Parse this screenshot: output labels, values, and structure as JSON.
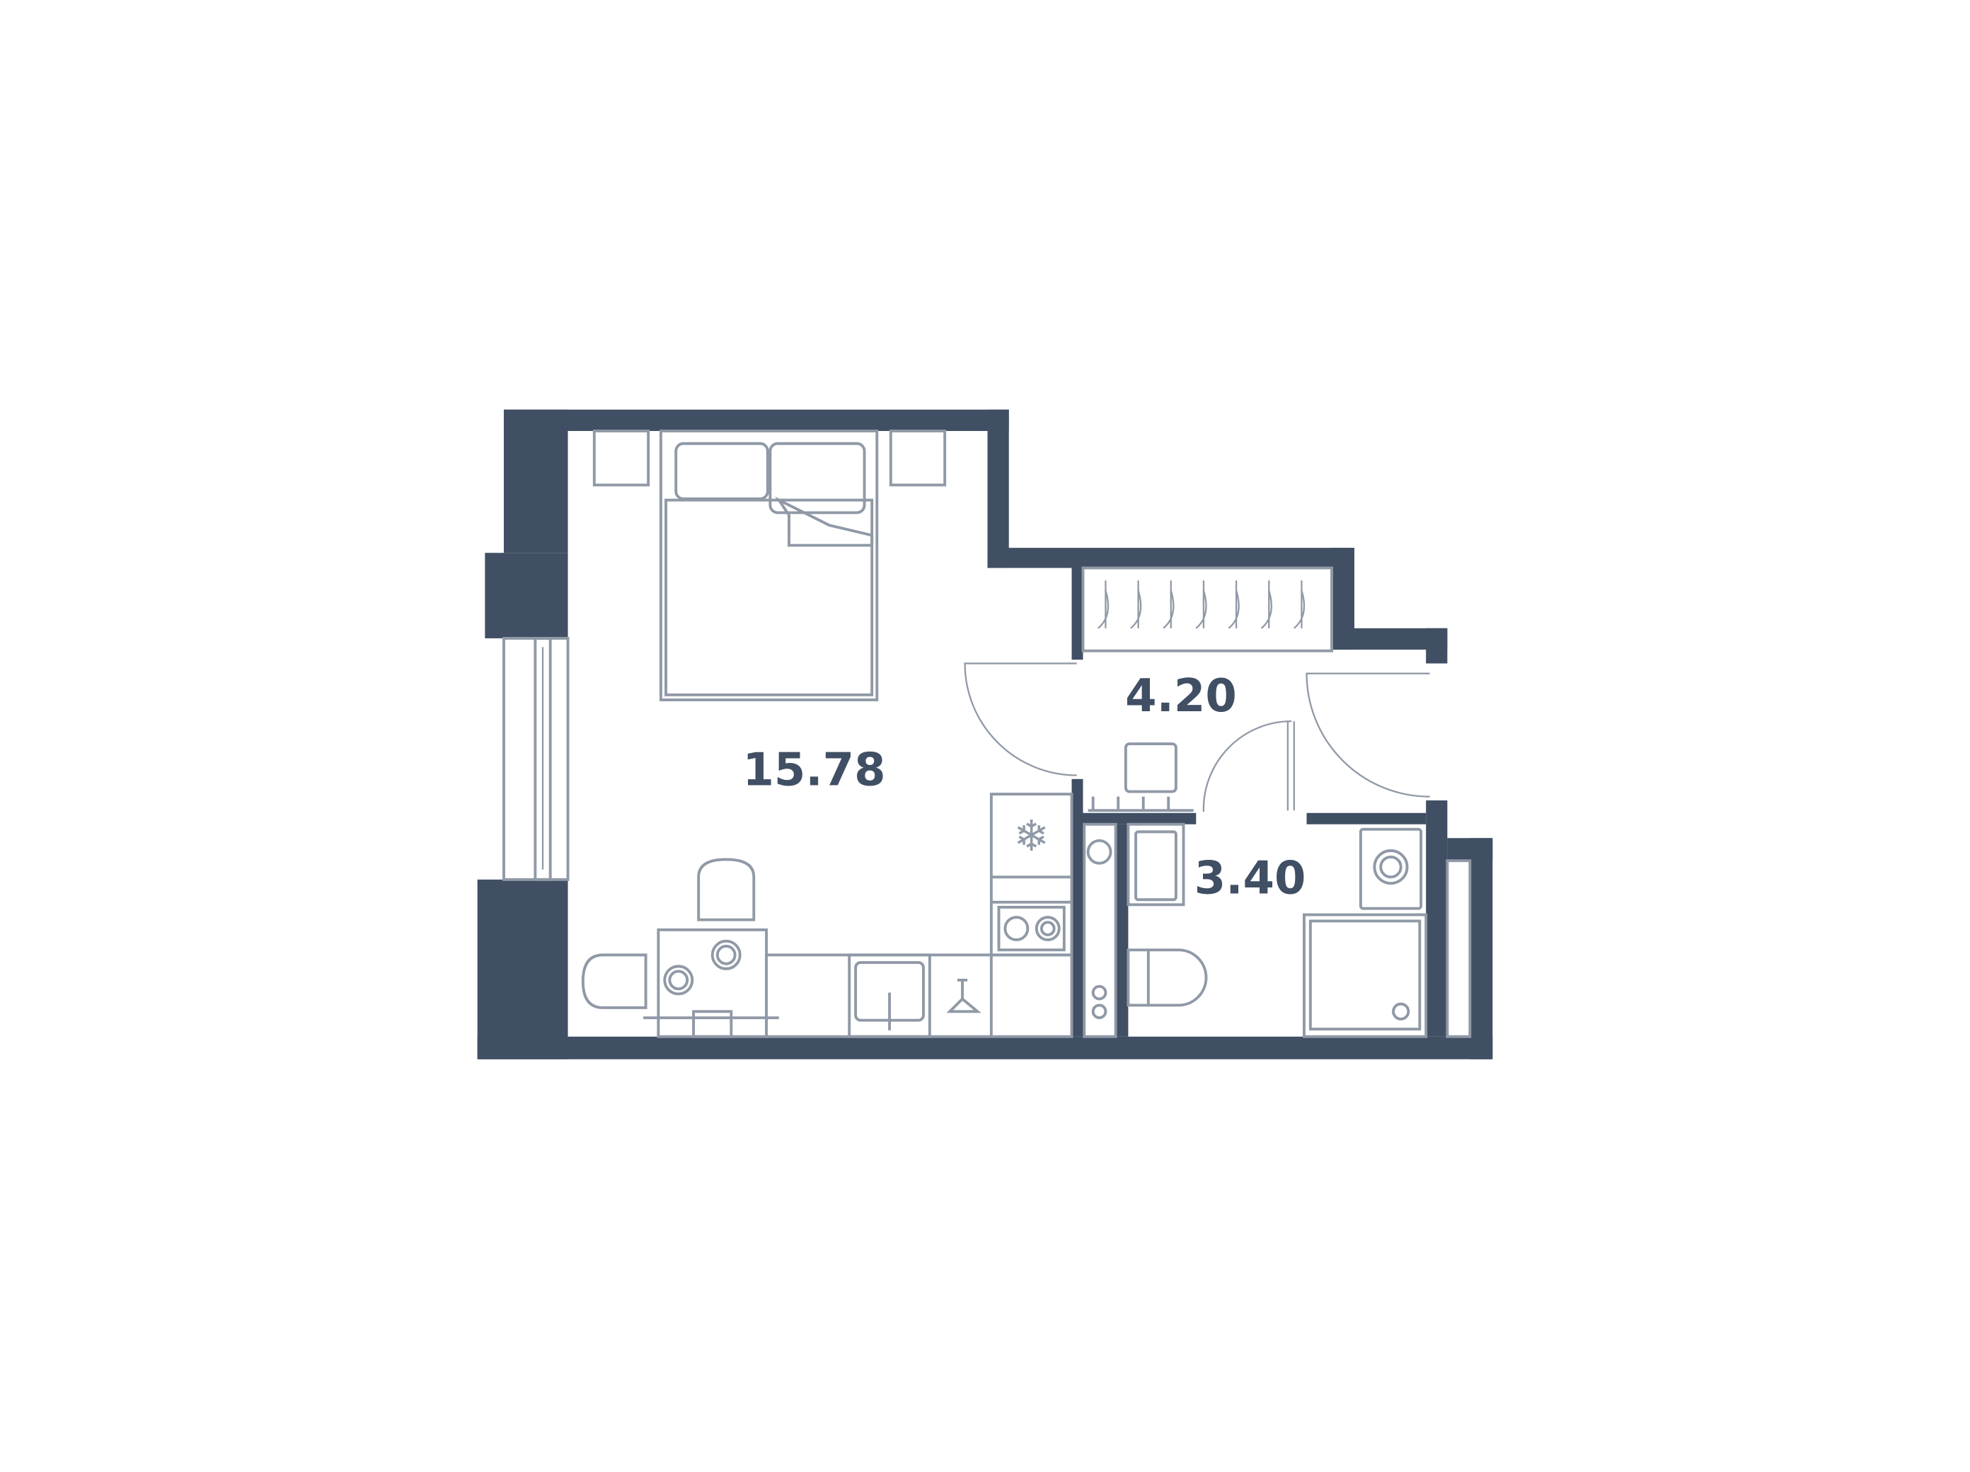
{
  "plan": {
    "rooms": [
      {
        "name": "living-kitchen",
        "area": "15.78"
      },
      {
        "name": "hallway",
        "area": "4.20"
      },
      {
        "name": "bathroom",
        "area": "3.40"
      }
    ],
    "colors": {
      "wall": "#404f63",
      "furniture": "#9099a6",
      "background": "#ffffff"
    }
  }
}
